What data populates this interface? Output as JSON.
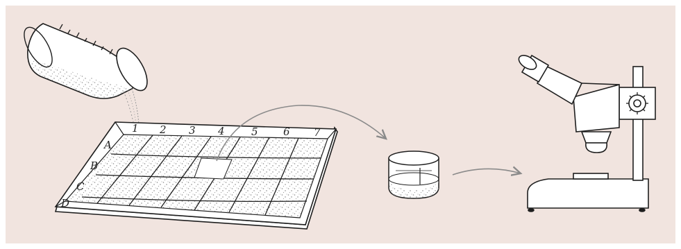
{
  "figure": {
    "panel_color": "#f1e4df",
    "ink_color": "#1e1e1e",
    "arrow_color": "#8a8a8a",
    "sediment_color": "#9a9a9a"
  },
  "tray": {
    "column_labels": [
      "1",
      "2",
      "3",
      "4",
      "5",
      "6",
      "7"
    ],
    "row_labels": [
      "A",
      "B",
      "C",
      "D"
    ]
  },
  "icons": {
    "beaker": "beaker-pouring-icon",
    "tray": "sorting-tray-grid",
    "dish": "petri-dish-icon",
    "microscope": "stereo-microscope-icon"
  }
}
